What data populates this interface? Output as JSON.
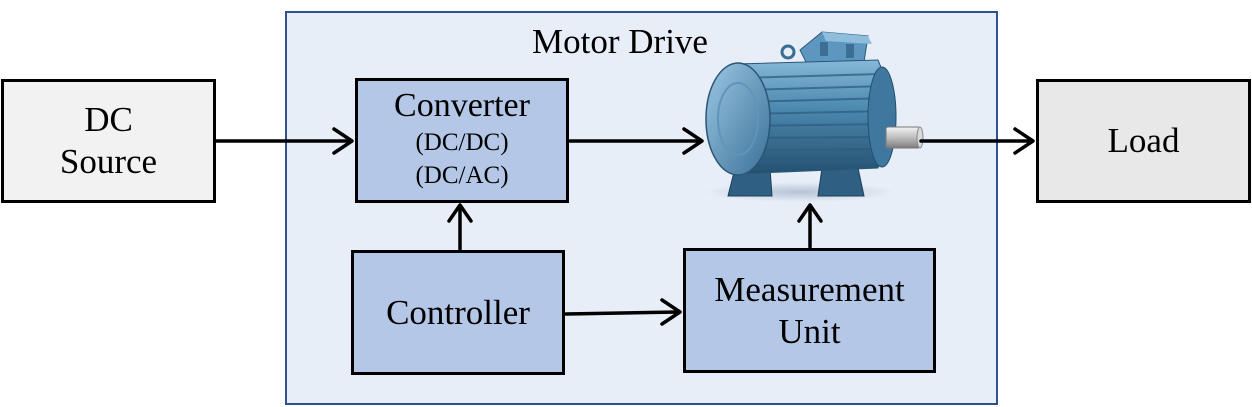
{
  "diagram": {
    "frame_title": "Motor Drive",
    "blocks": {
      "dc_source": {
        "line1": "DC",
        "line2": "Source"
      },
      "converter": {
        "title": "Converter",
        "line2": "(DC/DC)",
        "line3": "(DC/AC)"
      },
      "controller": {
        "label": "Controller"
      },
      "measurement": {
        "line1": "Measurement",
        "line2": "Unit"
      },
      "load": {
        "label": "Load"
      }
    },
    "motor": {
      "icon": "electric-motor-icon"
    },
    "connections": [
      {
        "from": "dc_source",
        "to": "converter"
      },
      {
        "from": "converter",
        "to": "motor"
      },
      {
        "from": "motor",
        "to": "load"
      },
      {
        "from": "controller",
        "to": "converter"
      },
      {
        "from": "controller",
        "to": "measurement"
      },
      {
        "from": "measurement",
        "to": "motor"
      }
    ],
    "colors": {
      "frame_fill": "#e8eef8",
      "frame_border": "#2f528f",
      "block_blue": "#b4c7e7",
      "block_grey": "#f2f2f2",
      "motor_body": "#4a86ad"
    }
  }
}
